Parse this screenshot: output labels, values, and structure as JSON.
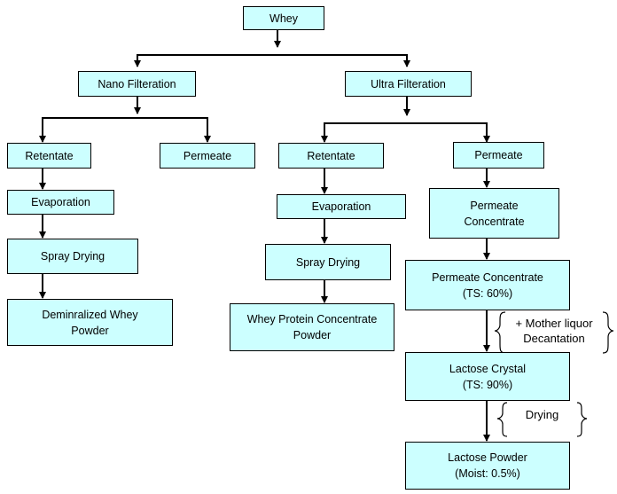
{
  "nodes": {
    "whey": "Whey",
    "nano_filteration": "Nano Filteration",
    "ultra_filteration": "Ultra Filteration",
    "nf_retentate": "Retentate",
    "nf_permeate": "Permeate",
    "uf_retentate": "Retentate",
    "uf_permeate": "Permeate",
    "nf_evaporation": "Evaporation",
    "nf_spray_drying": "Spray Drying",
    "demineralized_powder": "Deminralized Whey\nPowder",
    "uf_evaporation": "Evaporation",
    "uf_spray_drying": "Spray Drying",
    "wpc_powder": "Whey Protein Concentrate\nPowder",
    "permeate_concentrate": "Permeate\nConcentrate",
    "permeate_concentrate_ts": "Permeate Concentrate\n(TS: 60%)",
    "lactose_crystal": "Lactose Crystal\n(TS: 90%)",
    "lactose_powder": "Lactose Powder\n(Moist: 0.5%)"
  },
  "notes": {
    "mother_liquor": "+ Mother liquor\nDecantation",
    "drying": "Drying"
  },
  "colors": {
    "box_fill": "#ccffff",
    "stroke": "#000000"
  }
}
